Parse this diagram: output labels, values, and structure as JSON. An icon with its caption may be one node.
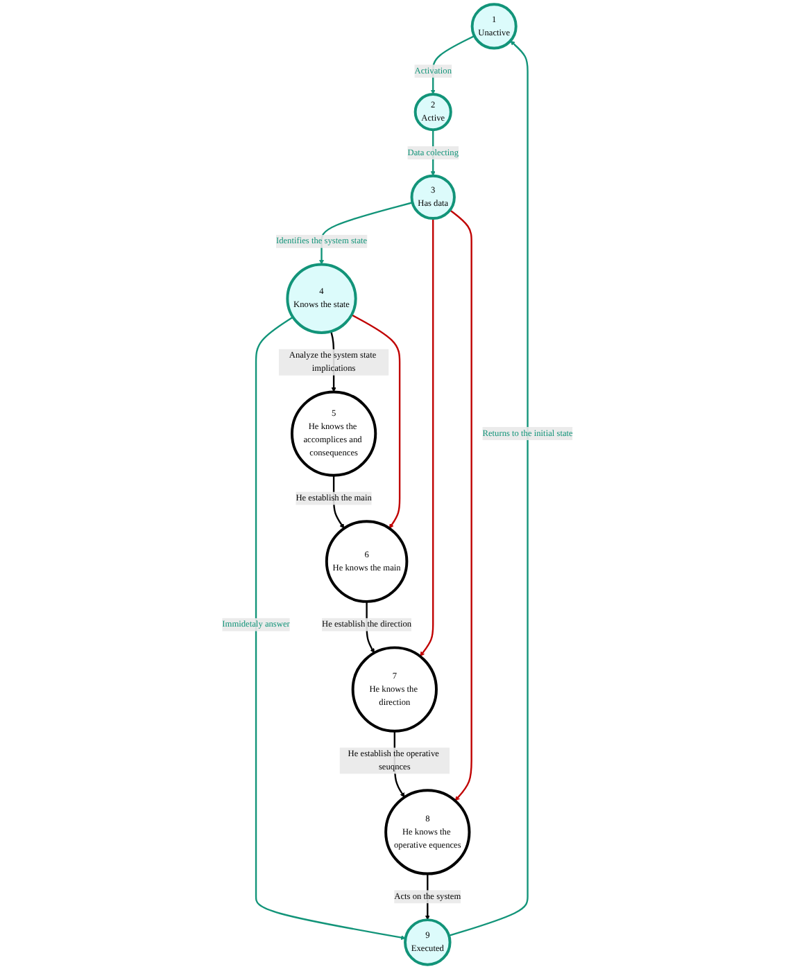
{
  "diagram": {
    "nodes": [
      {
        "text": [
          "1",
          "Unactive"
        ]
      },
      {
        "text": [
          "2",
          "Active"
        ]
      },
      {
        "text": [
          "3",
          "Has data"
        ]
      },
      {
        "text": [
          "4",
          "Knows the state"
        ]
      },
      {
        "text": [
          "5",
          "He knows the accomplices and consequences"
        ]
      },
      {
        "text": [
          "6",
          "He knows the main"
        ]
      },
      {
        "text": [
          "7",
          "He knows the direction"
        ]
      },
      {
        "text": [
          "8",
          "He knows the operative equences"
        ]
      },
      {
        "text": [
          "9",
          "Executed"
        ]
      }
    ],
    "edges": [
      {
        "from": 0,
        "to": 1,
        "arrow": "to",
        "label": "Activation",
        "color": "#129479"
      },
      {
        "from": 1,
        "to": 2,
        "arrow": "to",
        "label": "Data colecting",
        "color": "#129479"
      },
      {
        "from": 2,
        "to": 3,
        "arrow": "to",
        "label": "Identifies the system state",
        "color": "#129479"
      },
      {
        "from": 3,
        "to": 8,
        "arrow": "to",
        "label": "Immidetaly answer",
        "color": "#129479"
      },
      {
        "from": 8,
        "to": 0,
        "arrow": "to",
        "label": "Returns to the initial state",
        "color": "#129479"
      },
      {
        "from": 3,
        "to": 4,
        "arrow": "to",
        "label": "Analyze the system state implications",
        "color": "#000000"
      },
      {
        "from": 4,
        "to": 5,
        "arrow": "to",
        "label": "He establish the main",
        "color": "#000000"
      },
      {
        "from": 5,
        "to": 6,
        "arrow": "to",
        "label": "He establish the direction",
        "color": "#000000"
      },
      {
        "from": 6,
        "to": 7,
        "arrow": "to",
        "label": "He establish the operative seuqnces",
        "color": "#000000"
      },
      {
        "from": 7,
        "to": 8,
        "arrow": "to",
        "label": "Acts on the system",
        "color": "#000000"
      },
      {
        "from": 2,
        "to": 7,
        "arrow": "to",
        "color": "#c00000"
      },
      {
        "from": 2,
        "to": 6,
        "arrow": "to",
        "color": "#c00000"
      },
      {
        "from": 3,
        "to": 5,
        "arrow": "to",
        "color": "#c00000"
      }
    ]
  }
}
